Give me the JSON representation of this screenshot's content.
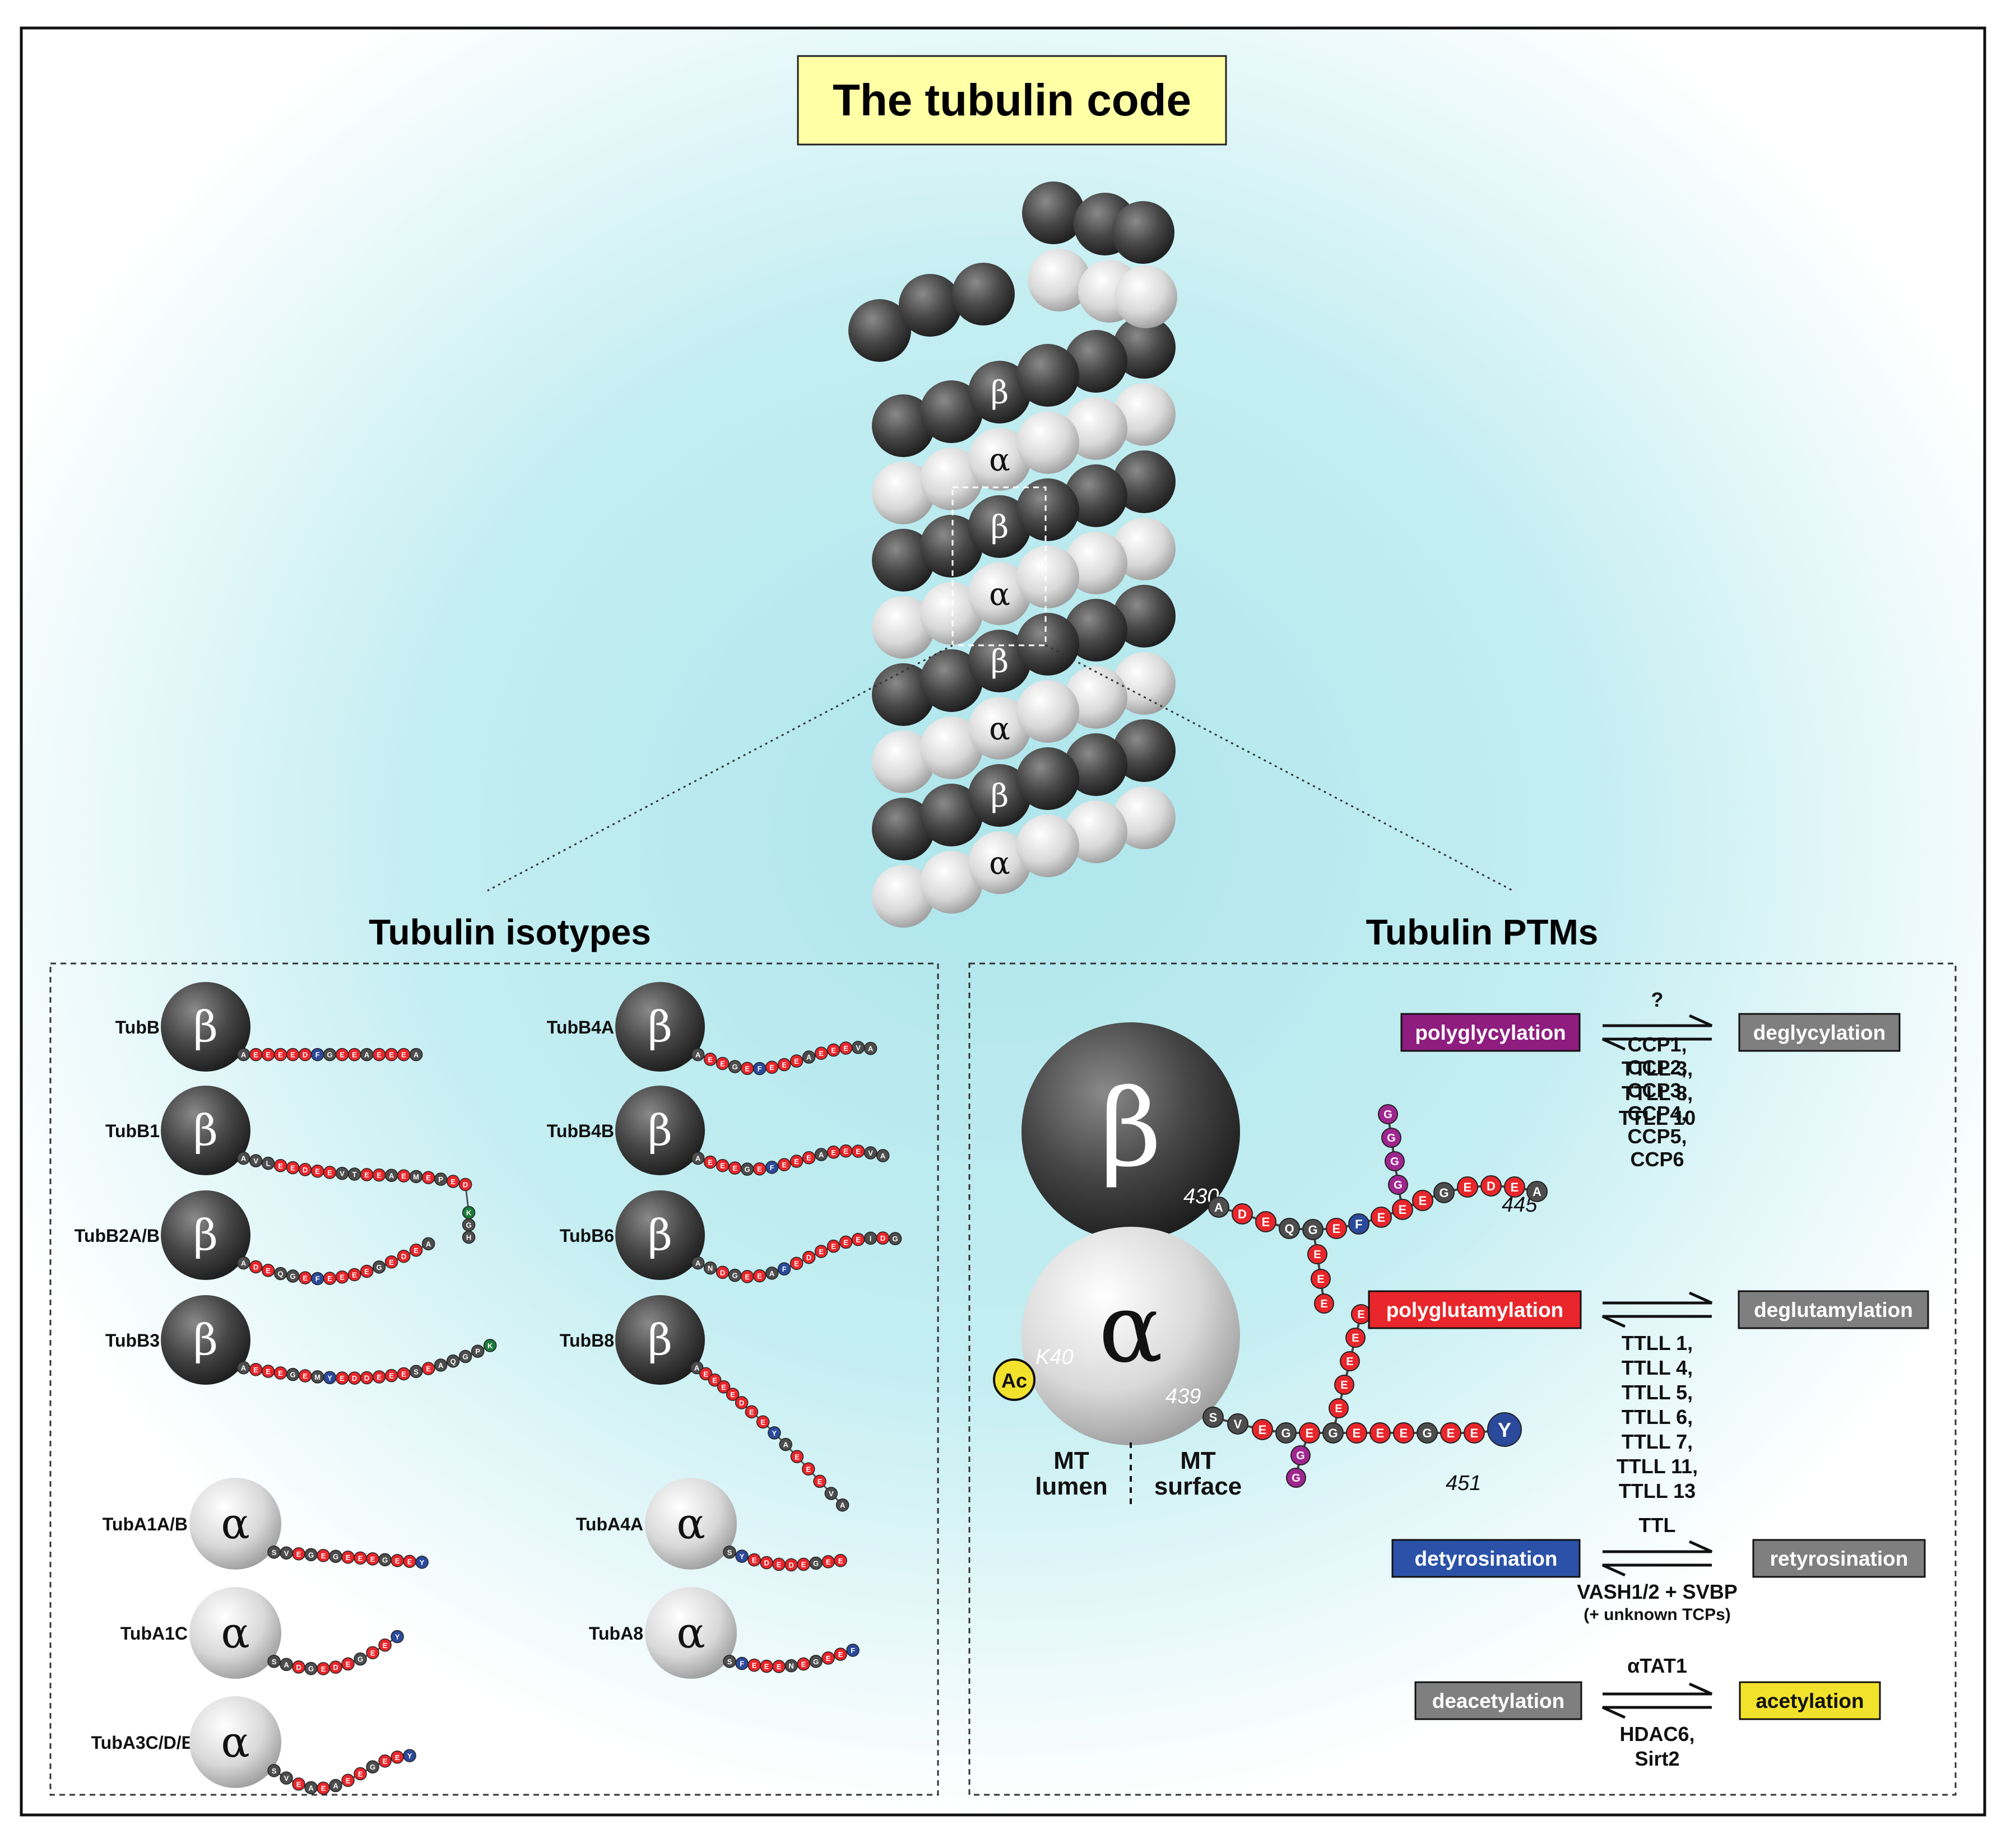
{
  "title": "The tubulin code",
  "microtubule_labels": [
    "β",
    "α",
    "β",
    "α",
    "β",
    "α",
    "β",
    "α"
  ],
  "sections": {
    "isotypes_title": "Tubulin isotypes",
    "ptms_title": "Tubulin PTMs"
  },
  "isotypes": [
    {
      "label": "TubB",
      "subunit": "β",
      "seq": "AEEEEDFGEEAEEEA"
    },
    {
      "label": "TubB1",
      "subunit": "β",
      "seq": "AVLEEDEEVTEEAEMEPEDKGH"
    },
    {
      "label": "TubB2A/B",
      "subunit": "β",
      "seq": "ADEQGEFEEEEGEDEA"
    },
    {
      "label": "TubB3",
      "subunit": "β",
      "seq": "AEEEGEMYEDDEEESEAQGPK"
    },
    {
      "label": "TubB4A",
      "subunit": "β",
      "seq": "AEEGEFEEEAEEEVA"
    },
    {
      "label": "TubB4B",
      "subunit": "β",
      "seq": "AEEEGEFEEEAEEEVA"
    },
    {
      "label": "TubB6",
      "subunit": "β",
      "seq": "ANDGEEAFEDEEEEIDG"
    },
    {
      "label": "TubB8",
      "subunit": "β",
      "seq": "AEEEEDEEYAEEEVA"
    },
    {
      "label": "TubA1A/B",
      "subunit": "α",
      "seq": "SVEGEGEEEGEEY"
    },
    {
      "label": "TubA4A",
      "subunit": "α",
      "seq": "SYEDEDEGEE"
    },
    {
      "label": "TubA1C",
      "subunit": "α",
      "seq": "SADGEDEGEEY"
    },
    {
      "label": "TubA8",
      "subunit": "α",
      "seq": "SFEEENEGEEF"
    },
    {
      "label": "TubA3C/D/E",
      "subunit": "α",
      "seq": "SVEAEAEEGEEY"
    }
  ],
  "ptm_model": {
    "beta_symbol": "β",
    "alpha_symbol": "α",
    "pos_430": "430",
    "pos_445": "445",
    "pos_439": "439",
    "pos_451": "451",
    "k40": "K40",
    "ac": "Ac",
    "lumen_line1": "MT",
    "lumen_line2": "lumen",
    "surface_line1": "MT",
    "surface_line2": "surface",
    "beta_tail": "ADEQGEFEEEGEDEA",
    "beta_branch_glu": "EEE",
    "beta_branch_gly": "GGGG",
    "alpha_tail": "SVEGEGEEEGEEY",
    "alpha_branch_glu": "EEEEE",
    "alpha_branch_gly": "GG"
  },
  "reactions": [
    {
      "left": "polyglycylation",
      "right": "deglycylation",
      "above": [
        "?"
      ],
      "below": [
        "TTLL 3,",
        "TTLL 8,",
        "TTLL 10"
      ]
    },
    {
      "left": "polyglutamylation",
      "right": "deglutamylation",
      "above": [
        "CCP1,",
        "CCP2,",
        "CCP3,",
        "CCP4,",
        "CCP5,",
        "CCP6"
      ],
      "below": [
        "TTLL 1,",
        "TTLL 4,",
        "TTLL 5,",
        "TTLL 6,",
        "TTLL 7,",
        "TTLL 11,",
        "TTLL 13"
      ]
    },
    {
      "left": "detyrosination",
      "right": "retyrosination",
      "above": [
        "TTL"
      ],
      "below": [
        "VASH1/2 + SVBP",
        "(+ unknown TCPs)"
      ]
    },
    {
      "left": "deacetylation",
      "right": "acetylation",
      "above": [
        "αTAT1"
      ],
      "below": [
        "HDAC6,",
        "Sirt2"
      ]
    }
  ],
  "colors": {
    "acidic_residue": "#e8262b",
    "neutral_residue": "#4d4d4d",
    "aromatic_residue": "#2b4a9c",
    "basic_residue": "#1b7a3a",
    "glycine_branch": "#a0268f",
    "title_box": "#ffffa6",
    "polyglycylation": "#8e1d7f",
    "polyglutamylation": "#e8262b",
    "detyrosination": "#2b52a8",
    "acetylation": "#f2e22c",
    "removal_box": "#7f7f7f"
  }
}
